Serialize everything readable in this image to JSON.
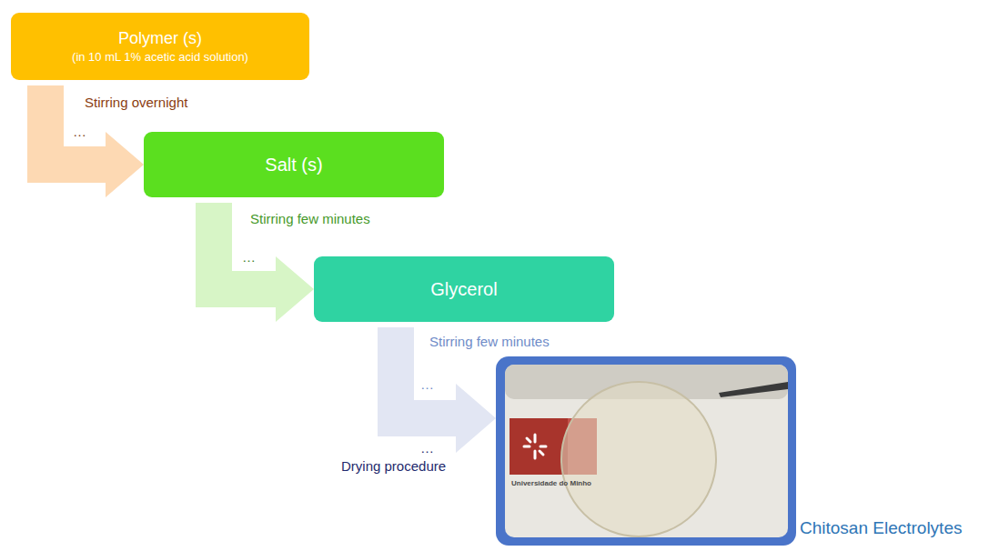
{
  "diagram": {
    "nodes": [
      {
        "text": [
          "Polymer (s)",
          "(in 10 mL 1% acetic acid solution)"
        ]
      },
      {
        "text": [
          "Salt (s)"
        ]
      },
      {
        "text": [
          "Glycerol"
        ]
      },
      {
        "text": [
          "Chitosan Electrolytes"
        ]
      }
    ],
    "edges": [
      {
        "from": 0,
        "to": 1,
        "arrow": "to",
        "label": "Stirring overnight"
      },
      {
        "from": 1,
        "to": 2,
        "arrow": "to",
        "label": "Stirring few minutes"
      },
      {
        "from": 2,
        "to": 3,
        "arrow": "to",
        "label": "Stirring few minutes"
      }
    ],
    "labels": [
      "…",
      "…",
      "…",
      "…",
      "Drying procedure",
      "Universidade do Minho"
    ]
  }
}
